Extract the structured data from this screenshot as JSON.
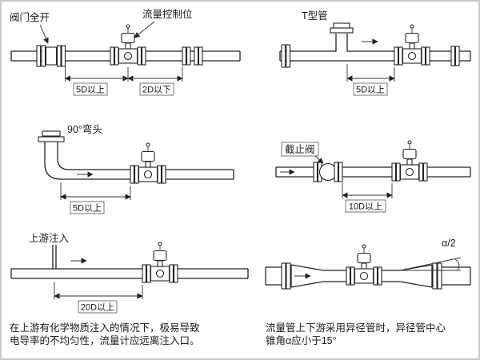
{
  "page": {
    "background": "#ffffff",
    "frame_color": "#c7c7c7"
  },
  "panel1": {
    "valve_label": "阀门全开",
    "control_label": "流量控制位",
    "dim_upstream": "5D以上",
    "dim_downstream": "2D以下"
  },
  "panel2": {
    "label": "T型管",
    "dim": "5D以上"
  },
  "panel3": {
    "label": "90°弯头",
    "dim": "5D以上"
  },
  "panel4": {
    "label": "截止阀",
    "dim": "10D以上"
  },
  "panel5": {
    "label": "上游注入",
    "dim": "20D以上",
    "caption_line1": "在上游有化学物质注入的情况下，极易导致",
    "caption_line2": "电导率的不均匀性，流量计应远离注入口。"
  },
  "panel6": {
    "angle_label": "α/2",
    "caption_line1": "流量管上下游采用异径管时，异径管中心",
    "caption_line2": "锥角α应小于15°"
  }
}
